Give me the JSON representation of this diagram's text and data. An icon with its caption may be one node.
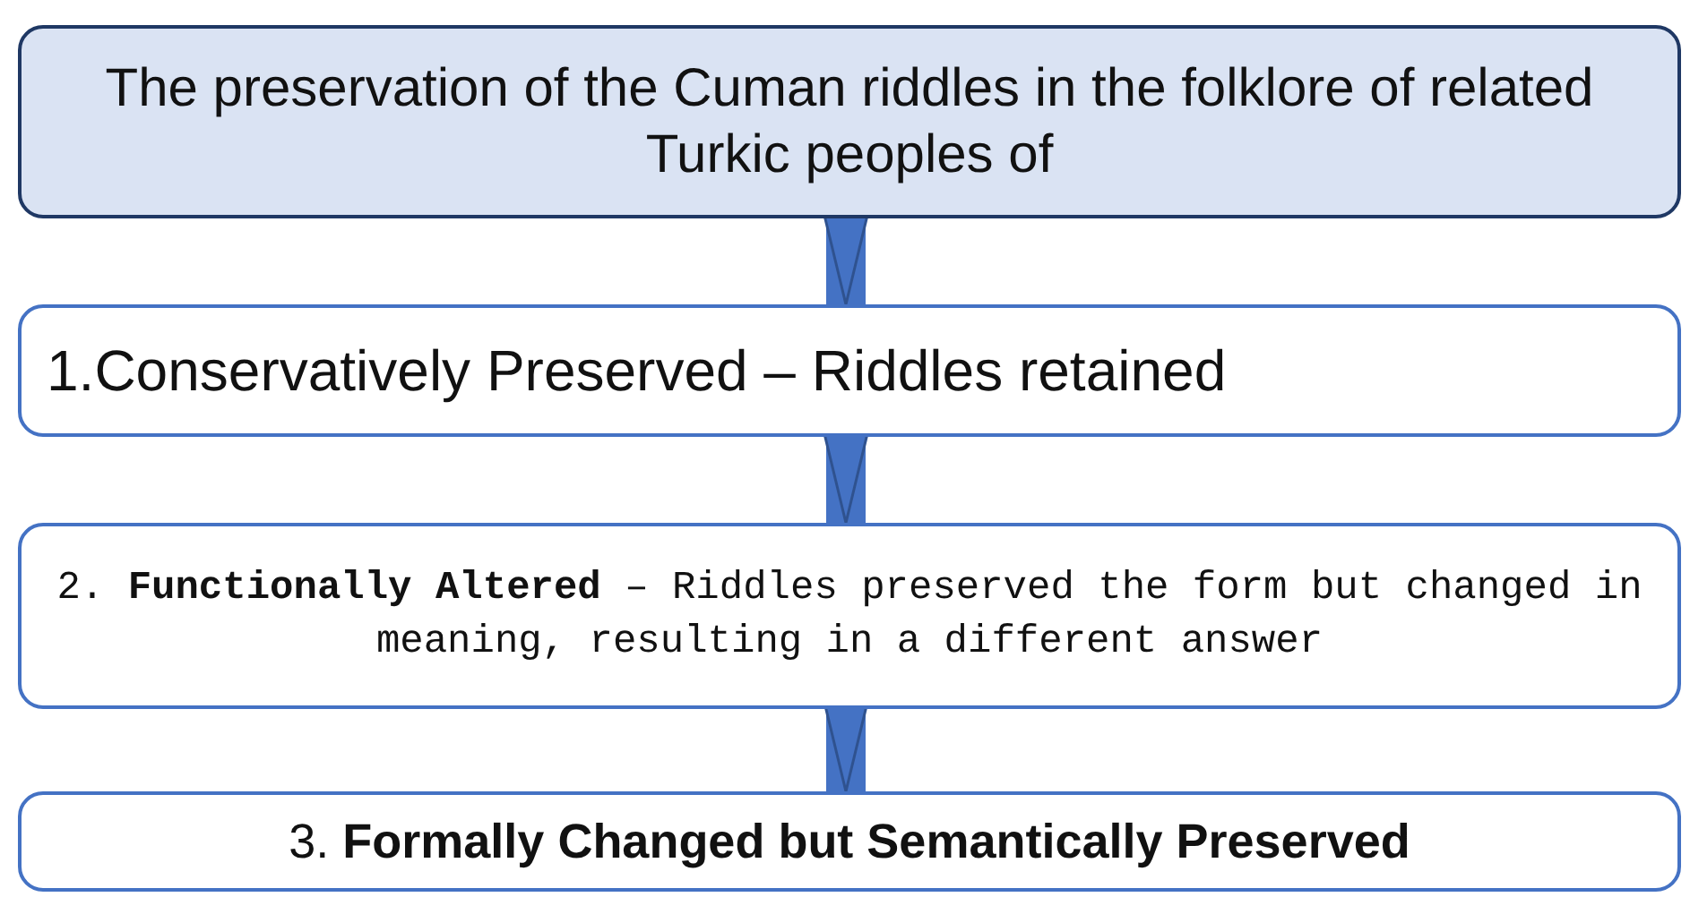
{
  "diagram": {
    "nodes": [
      {
        "text": [
          "The preservation of the Cuman riddles in the folklore of related Turkic peoples of"
        ]
      },
      {
        "text": [
          "1.Conservatively Preserved – Riddles retained"
        ]
      },
      {
        "text": [
          "2. **Functionally Altered** – Riddles preserved the form but changed in meaning, resulting in a different answer"
        ]
      },
      {
        "text": [
          "3. **Formally Changed but Semantically Preserved**"
        ]
      }
    ],
    "edges": [
      {
        "from": 0,
        "to": 1,
        "arrow": "to"
      },
      {
        "from": 1,
        "to": 2,
        "arrow": "to"
      },
      {
        "from": 2,
        "to": 3,
        "arrow": "to"
      }
    ]
  }
}
